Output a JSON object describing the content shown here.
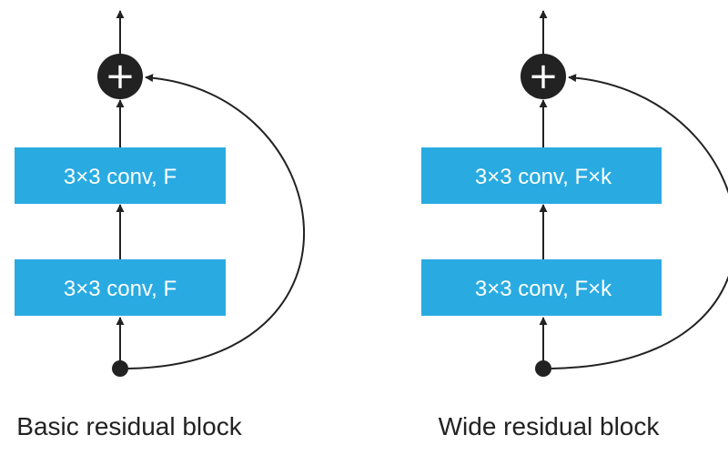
{
  "colors": {
    "block_fill": "#29abe2",
    "node_fill": "#222222",
    "line": "#222222"
  },
  "icons": {
    "add_node": "plus-icon",
    "input_node": "dot-icon"
  },
  "diagrams": [
    {
      "caption": "Basic residual block",
      "add_symbol": "+",
      "layers": {
        "top": "3×3 conv, F",
        "bottom": "3×3 conv, F"
      }
    },
    {
      "caption": "Wide residual block",
      "add_symbol": "+",
      "layers": {
        "top": "3×3 conv, F×k",
        "bottom": "3×3 conv, F×k"
      }
    }
  ]
}
